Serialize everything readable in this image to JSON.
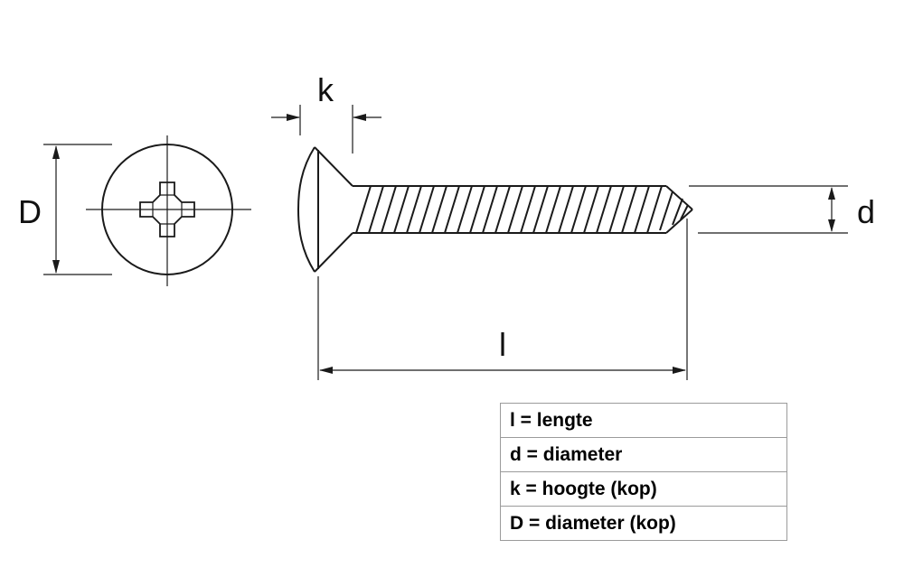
{
  "diagram": {
    "title": "screw-dimension-drawing",
    "labels": {
      "head_diameter": "D",
      "head_height": "k",
      "thread_diameter": "d",
      "length": "l"
    },
    "legend": {
      "rows": [
        "l = lengte",
        "d = diameter",
        "k = hoogte (kop)",
        "D = diameter (kop)"
      ]
    },
    "colors": {
      "line": "#1a1a1a",
      "table_border": "#9b9b9b",
      "background": "#ffffff"
    }
  }
}
